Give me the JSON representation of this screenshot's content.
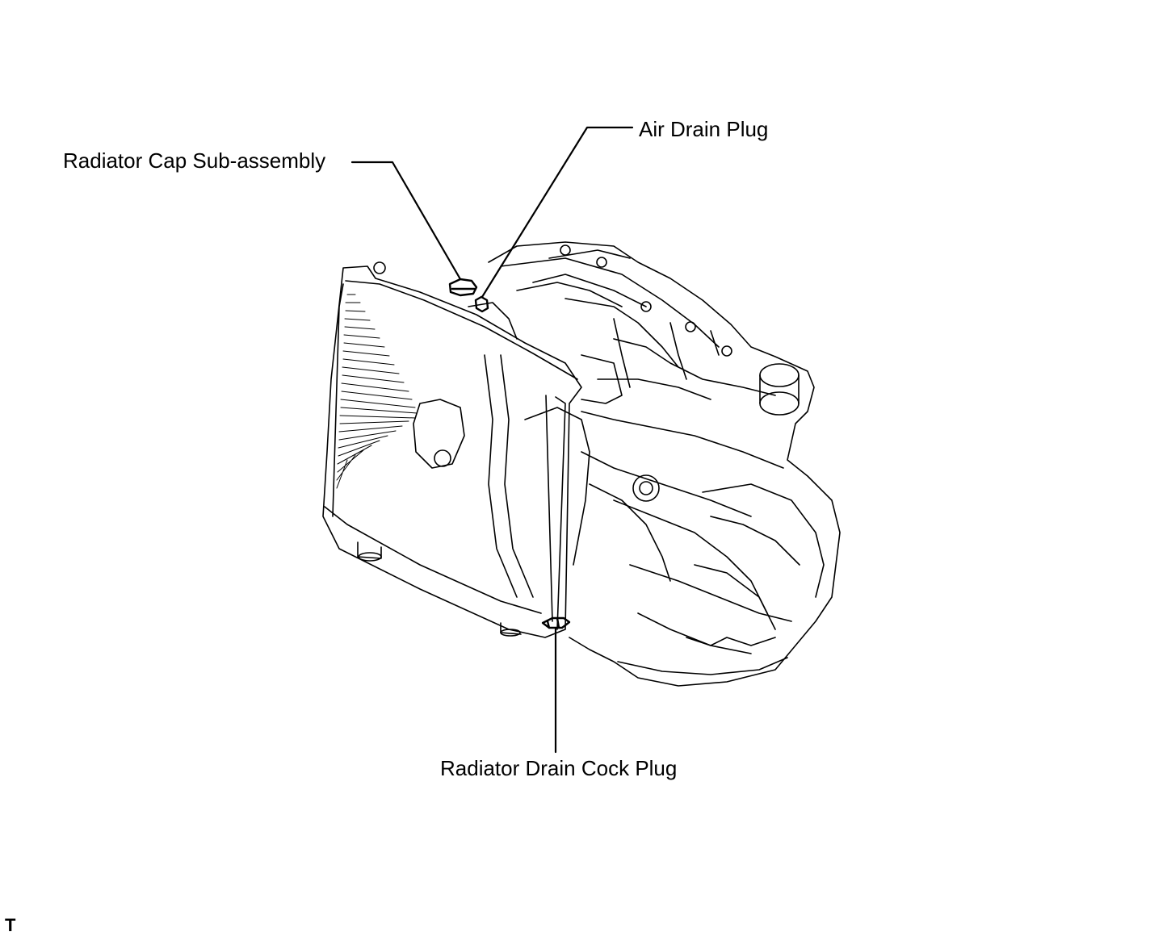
{
  "diagram": {
    "subject": "engine-radiator-assembly",
    "line_color": "#000000",
    "background": "#ffffff"
  },
  "callouts": {
    "radiator_cap": "Radiator Cap Sub-assembly",
    "air_drain_plug": "Air Drain Plug",
    "radiator_drain_cock_plug": "Radiator Drain Cock Plug"
  },
  "figure_code": "T"
}
